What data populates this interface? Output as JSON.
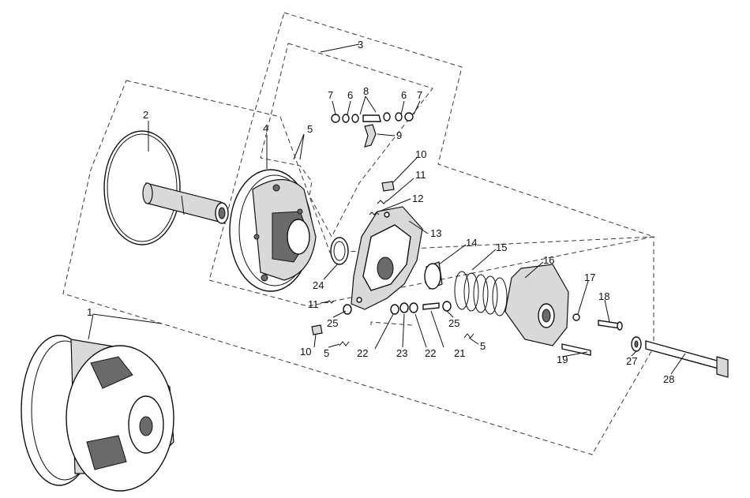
{
  "callouts": {
    "c1": "1",
    "c2": "2",
    "c3": "3",
    "c4": "4",
    "c5a": "5",
    "c5b": "5",
    "c5c": "5",
    "c6a": "6",
    "c6b": "6",
    "c7a": "7",
    "c7b": "7",
    "c8": "8",
    "c9": "9",
    "c10a": "10",
    "c10b": "10",
    "c11a": "11",
    "c11b": "11",
    "c12": "12",
    "c13": "13",
    "c14": "14",
    "c15": "15",
    "c16": "16",
    "c17": "17",
    "c18": "18",
    "c19": "19",
    "c21": "21",
    "c22a": "22",
    "c22b": "22",
    "c23": "23",
    "c24": "24",
    "c25a": "25",
    "c25b": "25",
    "c27": "27",
    "c28": "28"
  }
}
